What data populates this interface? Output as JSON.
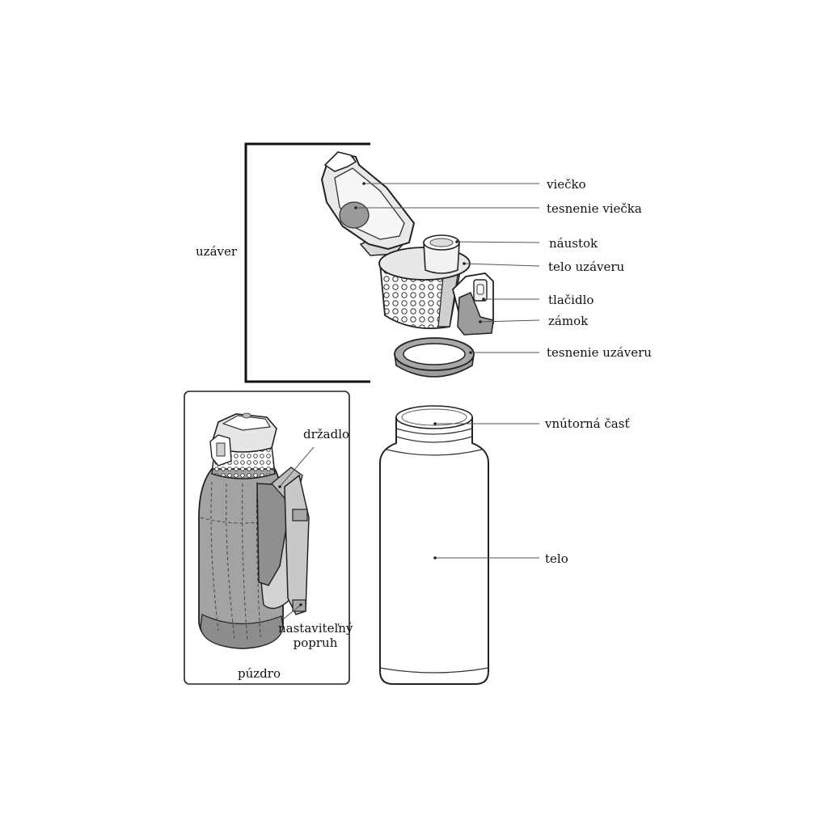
{
  "colors": {
    "ink": "#222222",
    "light_gray": "#e6e6e6",
    "mid_gray": "#bdbdbd",
    "dark_gray": "#8f8f8f",
    "leader": "#555555"
  },
  "labels": {
    "lid_assembly": "uzáver",
    "lid": "viečko",
    "lid_gasket": "tesnenie viečka",
    "spout": "náustok",
    "lid_body": "telo uzáveru",
    "button": "tlačidlo",
    "lock": "zámok",
    "lid_seal": "tesnenie uzáveru",
    "inner": "vnútorná časť",
    "body": "telo",
    "handle": "držadlo",
    "strap_line1": "nastaviteľný",
    "strap_line2": "popruh",
    "case": "púzdro"
  }
}
